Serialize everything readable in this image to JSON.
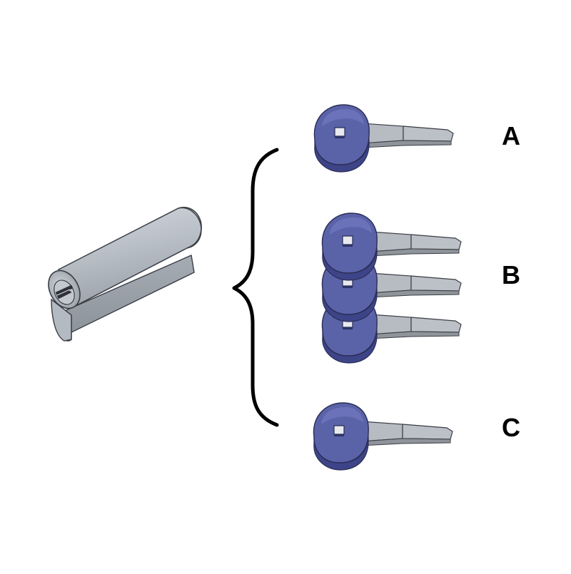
{
  "colors": {
    "cylinder_light": "#c9ced6",
    "cylinder_mid": "#aeb4bd",
    "cylinder_dark": "#8e949c",
    "outline": "#3a3d44",
    "key_head": "#5a62a8",
    "key_head_dark": "#3e4488",
    "key_head_light": "#7078bf",
    "key_blade": "#b5b9c0",
    "key_blade_dark": "#8f949b",
    "brace": "#000000"
  },
  "groups": [
    {
      "label": "A",
      "key_count": 1
    },
    {
      "label": "B",
      "key_count": 3
    },
    {
      "label": "C",
      "key_count": 1
    }
  ],
  "icons": {
    "cylinder": "lock-cylinder-icon",
    "brace": "curly-brace-icon",
    "key": "key-icon"
  }
}
